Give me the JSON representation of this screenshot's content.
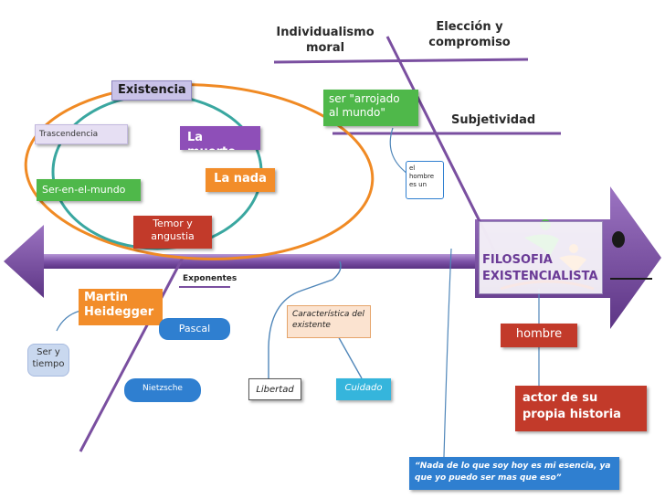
{
  "title": "FILOSOFIA EXISTENCIALISTA",
  "axis_labels": {
    "individualismo": "Individualismo moral",
    "eleccion": "Elección y compromiso",
    "subjetividad": "Subjetividad",
    "exponentes": "Exponentes"
  },
  "concepts": {
    "existencia": "Existencia",
    "trascendencia": "Trascendencia",
    "la_muerte": "La muerte.",
    "la_nada": "La nada",
    "ser_en_el_mundo": "Ser-en-el-mundo",
    "temor": "Temor y angustia",
    "arrojado": "ser \"arrojado al mundo\"",
    "el_hombre": "el hombre es un"
  },
  "exponentes": {
    "heidegger": "Martin Heidegger",
    "ser_y_tiempo": "Ser y tiempo",
    "pascal": "Pascal",
    "nietzsche": "Nietzsche"
  },
  "existente": {
    "caracteristica": "Característica del existente",
    "libertad": "Libertad",
    "cuidado": "Cuidado"
  },
  "hombre": {
    "label": "hombre",
    "actor": "actor de su propia historia",
    "quote": "“Nada de lo que soy hoy es mi esencia, ya que yo puedo ser mas que eso”"
  },
  "colors": {
    "arrow": "#7a4fa0",
    "orange_ellipse": "#f08a24",
    "teal_circle": "#3aa7a0",
    "lilac": "#b8a7d8",
    "purple_dark": "#8e4fb8",
    "orange": "#f28d2a",
    "green": "#4fb84a",
    "red": "#c23a2a",
    "blue": "#2f7fd0",
    "cyan": "#35b5dc"
  }
}
